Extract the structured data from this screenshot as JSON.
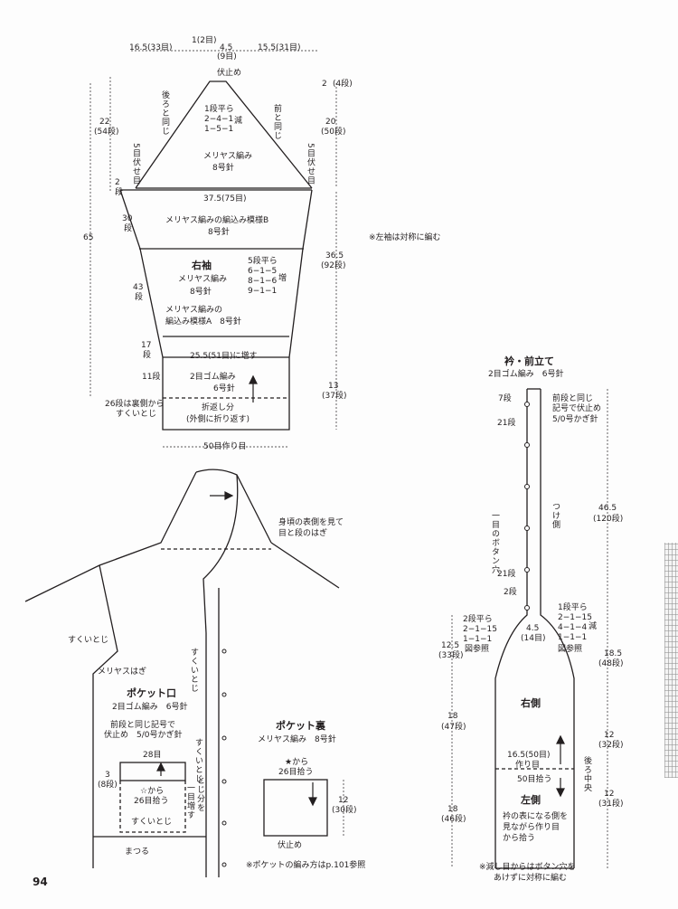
{
  "page_number": "94",
  "sleeve": {
    "top_dims": [
      "16.5(33目)",
      "1(2目)",
      "4.5",
      "(9目)",
      "15.5(31目)"
    ],
    "bind_off": "伏止め",
    "back_same": "後ろと同じ",
    "front_same": "前と同じ",
    "dec_rule": [
      "1段平ら",
      "2−4−1",
      "1−5−1"
    ],
    "dec_label": "減",
    "stockinette_top": "メリヤス編み",
    "needle8_top": "8号針",
    "left_raglan": [
      "22",
      "(54段)"
    ],
    "right_raglan": [
      "20",
      "(50段)"
    ],
    "top_rows": [
      "2",
      "(4段)"
    ],
    "left_bindoff": "5目伏せ目",
    "right_bindoff": "5目伏せ目",
    "two_rows": [
      "2",
      "段"
    ],
    "width_top": "37.5(75目)",
    "total_len": "65",
    "rows30": [
      "30",
      "段"
    ],
    "patternB": [
      "メリヤス編みの編込み模様B",
      "8号針"
    ],
    "right_sleeve": "右袖",
    "stockinette_mid": [
      "メリヤス編み",
      "8号針"
    ],
    "rows43": [
      "43",
      "段"
    ],
    "inc_rule": [
      "5段平ら",
      "6−1−5",
      "8−1−6",
      "9−1−1"
    ],
    "inc_label": "増",
    "len_365": [
      "36.5",
      "(92段)"
    ],
    "left_note": "※左袖は対称に編む",
    "patternA": [
      "メリヤス編みの",
      "編込み模様A　8号針"
    ],
    "rows17": [
      "17",
      "段"
    ],
    "inc_to": "25.5(51目)に増す",
    "rows11": [
      "11段"
    ],
    "ribbing": [
      "2目ゴム編み",
      "6号針"
    ],
    "len_13": [
      "13",
      "(37段)"
    ],
    "rows26": [
      "26段は裏側から",
      "すくいとじ"
    ],
    "foldback": [
      "折返し分",
      "(外側に折り返す)"
    ],
    "cast_on": "50目作り目"
  },
  "body": {
    "side_note": [
      "身頃の表側を見て",
      "目と段のはぎ"
    ],
    "mattress1": "すくいとじ",
    "stockinette_graft": "メリヤスはぎ",
    "mattress_v1": "すくいとじ",
    "mattress_v2": "すくいとじ",
    "pocket_title": "ポケット口",
    "pocket_rib": "2目ゴム編み　6号針",
    "pocket_note": [
      "前段と同じ記号で",
      "伏止め　5/0号かぎ針"
    ],
    "pocket_28": "28目",
    "pocket_rows": [
      "3",
      "(8段)"
    ],
    "star_from": [
      "☆から",
      "26目拾う"
    ],
    "sew_side": "とじ分を",
    "one_inc": "一目増す",
    "mattress_bottom": "すくいとじ",
    "whip": "まつる"
  },
  "pocket_back": {
    "title": "ポケット裏",
    "stitch": "メリヤス編み　8号針",
    "star_from": [
      "★から",
      "26目拾う"
    ],
    "rows": [
      "12",
      "(30段)"
    ],
    "bind_off": "伏止め",
    "ref": "※ポケットの編み方はp.101参照"
  },
  "collar": {
    "title": "衿・前立て",
    "rib": "2目ゴム編み　6号針",
    "rows7": "7段",
    "rows21a": "21段",
    "rows21b": "21段",
    "rows2": "2段",
    "note": [
      "前段と同じ",
      "記号で伏止め",
      "5/0号かぎ針"
    ],
    "buttonhole": "一目のボタン穴",
    "side_label": "つけ側",
    "len_465": [
      "46.5",
      "(120段)"
    ],
    "dec_left": [
      "2段平ら",
      "2−1−15",
      "1−1−1"
    ],
    "ref_fig_l": "図参照",
    "dec_right": [
      "1段平ら",
      "2−1−15",
      "4−1−4",
      "1−1−1"
    ],
    "ref_fig_r": "図参照",
    "dec_label": "減",
    "w45": [
      "4.5",
      "(14目)"
    ],
    "len_125": [
      "12.5",
      "(33段)"
    ],
    "len_185": [
      "18.5",
      "(48段)"
    ],
    "right_side": "右側",
    "len_18a": [
      "18",
      "(47段)"
    ],
    "w_cast": [
      "16.5(50目)",
      "作り目"
    ],
    "len_12a": [
      "12",
      "(32段)"
    ],
    "back_center": "後ろ中央",
    "pick50": "50目拾う",
    "left_side": "左側",
    "len_12b": [
      "12",
      "(31段)"
    ],
    "pick_note": [
      "衿の表になる側を",
      "見ながら作り目",
      "から拾う"
    ],
    "len_18b": [
      "18",
      "(46段)"
    ],
    "bottom_note": [
      "※減し目からはボタン穴を",
      "あけずに対称に編む"
    ]
  }
}
